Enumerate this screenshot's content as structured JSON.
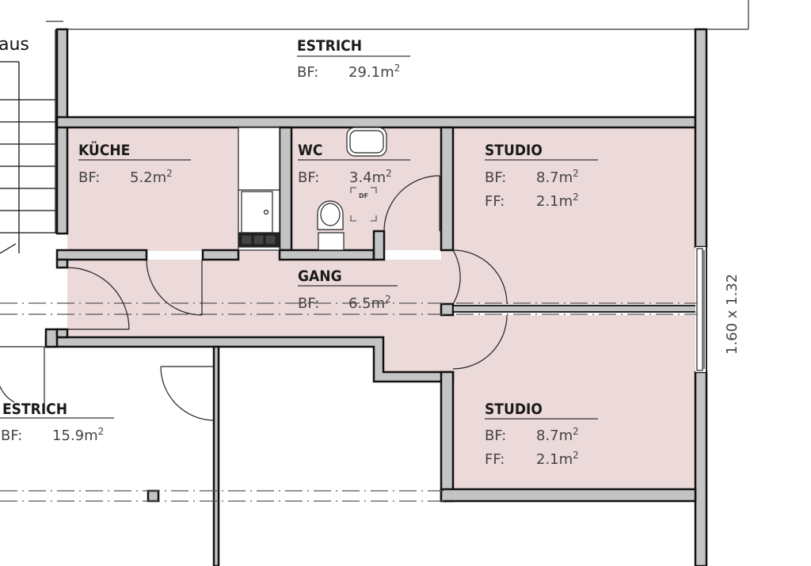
{
  "plan": {
    "colors": {
      "room_fill": "#ecd9da",
      "wall_fill": "#c4c4c4",
      "wall_stroke": "#111111",
      "background": "#ffffff"
    },
    "partial_label_top_left": "aus",
    "rooms": [
      {
        "id": "estrich-top",
        "name": "ESTRICH",
        "lines": [
          {
            "key": "BF:",
            "value": "29.1m",
            "sup": "2"
          }
        ]
      },
      {
        "id": "kueche",
        "name": "KÜCHE",
        "lines": [
          {
            "key": "BF:",
            "value": "5.2m",
            "sup": "2"
          }
        ]
      },
      {
        "id": "wc",
        "name": "WC",
        "lines": [
          {
            "key": "BF:",
            "value": "3.4m",
            "sup": "2"
          }
        ]
      },
      {
        "id": "studio-top",
        "name": "STUDIO",
        "lines": [
          {
            "key": "BF:",
            "value": "8.7m",
            "sup": "2"
          },
          {
            "key": "FF:",
            "value": "2.1m",
            "sup": "2"
          }
        ]
      },
      {
        "id": "gang",
        "name": "GANG",
        "lines": [
          {
            "key": "BF:",
            "value": "6.5m",
            "sup": "2"
          }
        ]
      },
      {
        "id": "estrich-left",
        "name": "ESTRICH",
        "lines": [
          {
            "key": "BF:",
            "value": "15.9m",
            "sup": "2"
          }
        ]
      },
      {
        "id": "studio-bottom",
        "name": "STUDIO",
        "lines": [
          {
            "key": "BF:",
            "value": "8.7m",
            "sup": "2"
          },
          {
            "key": "FF:",
            "value": "2.1m",
            "sup": "2"
          }
        ]
      }
    ],
    "window_dimension": "1.60 x 1.32",
    "shower_label": "DF"
  }
}
